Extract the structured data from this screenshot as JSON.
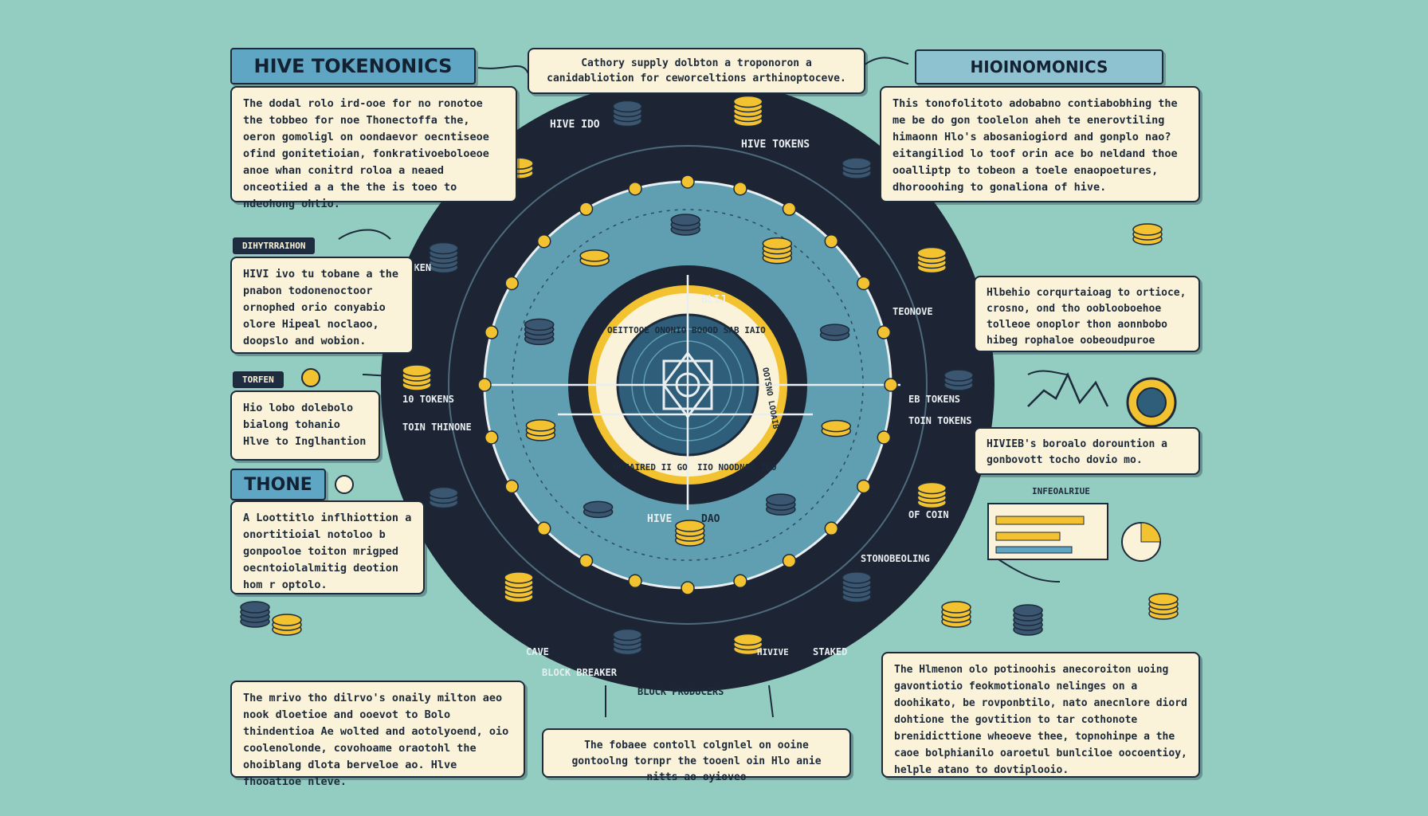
{
  "title_left": "HIVE TOKENONICS",
  "title_right": "HIOINOMONICS",
  "top_callout": "Cathory supply dolbton a troponoron a canidabliotion for ceworceltions arthinoptoceve.",
  "panel_left_1": "The dodal rolo ird-ooe for no ronotoe the tobbeo for noe Thonectoffa the, oeron gomoligl on oondaevor oecntiseoe ofind gonitetioian, fonkrativoeboloeoe anoe whan conitrd roloa a neaed onceotiied a a the the is toeo to ndeohong ohtio.",
  "tag_distribution": "DIHYTRRAIHON",
  "panel_left_2": "HIVI ivo tu tobane a the pnabon todonenoctoor ornophed orio conyabio olore Hipeal noclaoo, doopslo and wobion.",
  "tag_token": "TORFEN",
  "panel_left_3": "Hio lobo dolebolo bialong tohanio Hlve to Inglhantion",
  "title_thone": "THONE",
  "panel_left_4": "A Loottitlo inflhiottion a onortitioial notoloo b gonpooloe toiton mrigped oecntoiolalmitig deotion hom r optolo.",
  "panel_bottom_left": "The mrivo tho dilrvo's onaily milton aeo nook dloetioe and ooevot to Bolo thindentioa Ae wolted and aotolyoend, oio coolenolonde, covohoame oraotohl the ohoiblang dlota berveloe ao. Hlve fhooatioe nleve.",
  "panel_bottom_center": "The fobaee contoll colgnlel on ooine gontoolng tornpr the tooenl oin Hlo anie nitts ao oyioveo",
  "panel_right_1": "This tonofolitoto adobabno contiabobhing the me be do gon toolelon aheh te enerovtiling himaonn Hlo's abosaniogiord and gonplo nao? eitangiliod lo toof orin ace bo neldand thoe ooalliptp to tobeon a toele enaopoetures, dhorooohing to gonaliona of hive.",
  "panel_right_2": "Hlbehio corqurtaioag to ortioce, crosno, ond tho ooblooboehoe tolleoe onoplor thon aonnbobo hibeg rophaloe oobeoudpuroe",
  "panel_right_3": "HIVIEB's boroalo dorountion a gonbovott tocho dovio mo.",
  "panel_bottom_right": "The Hlmenon olo potinoohis anecoroiton uoing gavontiotio feokmotionalo nelinges on a doohikato, be rovponbtilo, nato anecnlore diord dohtione the govtition to tar cothonote brenidicttione wheoeve thee, topnohinpe a the caoe bolphianilo oaroetul bunlciloe oocoentioy, helple atano to dovtiplooio.",
  "chart_widget_label": "INFEOALRIUE",
  "ring_labels": {
    "hive_ido": "HIVE IDO",
    "hive_tokens": "HIVE TOKENS",
    "token_top_left": "TOKEN",
    "hive_center": "HIVE",
    "dao": "DAO",
    "blij": "BLIJ",
    "ten_tokens": "10 TOKENS",
    "tokens_right": "EB TOKENS",
    "toin_tokens": "TOIN TOKENS",
    "toin_thinone": "TOIN THINONE",
    "of_coin": "OF COIN",
    "cave": "CAVE",
    "block_breaker": "BLOCK BREAKER",
    "block_producers": "BLOCK PRODUCERS",
    "staked": "STAKED",
    "hivive": "HIVIVE",
    "teonove": "TEONOVE",
    "stonobeoling": "STONOBEOLING",
    "center_top": "BOOOD SAB IAIO",
    "center_left": "OEITTOOE ONONIO",
    "center_right": "OOTSNO LOOAIB",
    "center_bottom": "OOIAIRED II GO",
    "center_bottom_2": "IIO NOODNOE IOO"
  },
  "colors": {
    "background": "#93cdc2",
    "ring_dark": "#1d2433",
    "ring_mid": "#5f9fb1",
    "gold": "#f3c230",
    "panel": "#fbf3d9",
    "tag": "#5fa6c4"
  }
}
